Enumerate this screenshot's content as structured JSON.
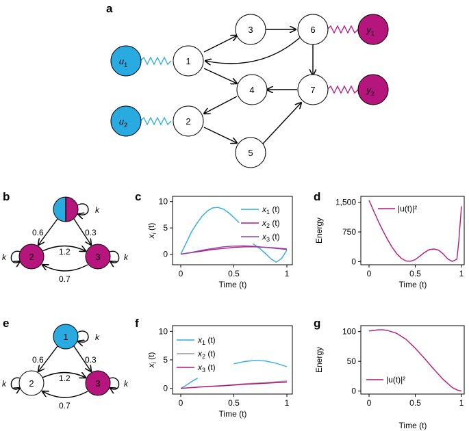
{
  "colors": {
    "input": "#29abe2",
    "output": "#b5157d",
    "plain": "#ffffff",
    "x1": "#29abe2",
    "x2": "#b5157d",
    "x3": "#8e44ad",
    "x2_gray": "#999999",
    "energy": "#b5157d"
  },
  "panel_a": {
    "label": "a",
    "nodes": {
      "n1": "1",
      "n2": "2",
      "n3": "3",
      "n4": "4",
      "n5": "5",
      "n6": "6",
      "n7": "7"
    },
    "inputs": {
      "u1": {
        "base": "u",
        "sub": "1"
      },
      "u2": {
        "base": "u",
        "sub": "2"
      }
    },
    "outputs": {
      "y1": {
        "base": "y",
        "sub": "1"
      },
      "y2": {
        "base": "y",
        "sub": "2"
      }
    }
  },
  "panel_b": {
    "label": "b",
    "n2": "2",
    "n3": "3",
    "k": "k",
    "w12": "0.6",
    "w13": "0.3",
    "w23": "1.2",
    "w32": "0.7"
  },
  "panel_e": {
    "label": "e",
    "n1": "1",
    "n2": "2",
    "n3": "3",
    "k": "k",
    "w12": "0.6",
    "w13": "0.3",
    "w23": "1.2",
    "w32": "0.7"
  },
  "panel_c": {
    "label": "c",
    "ylabel": {
      "base": "x",
      "sub": "i",
      "tail": " (t)"
    },
    "xlabel": "Time (t)",
    "xticks": [
      "0",
      "0.5",
      "1"
    ],
    "yticks": [
      "0",
      "5",
      "10"
    ],
    "legend": [
      {
        "base": "x",
        "sub": "1",
        "tail": " (t)"
      },
      {
        "base": "x",
        "sub": "2",
        "tail": " (t)"
      },
      {
        "base": "x",
        "sub": "3",
        "tail": " (t)"
      }
    ]
  },
  "panel_d": {
    "label": "d",
    "ylabel": "Energy",
    "xlabel": "Time (t)",
    "xticks": [
      "0",
      "0.5",
      "1"
    ],
    "yticks": [
      "0",
      "750",
      "1,500"
    ],
    "legend": "|u(t)|²"
  },
  "panel_f": {
    "label": "f",
    "ylabel": {
      "base": "x",
      "sub": "i",
      "tail": " (t)"
    },
    "xlabel": "Time (t)",
    "xticks": [
      "0",
      "0.5",
      "1"
    ],
    "yticks": [
      "0",
      "5",
      "10"
    ],
    "legend": [
      {
        "base": "x",
        "sub": "1",
        "tail": " (t)"
      },
      {
        "base": "x",
        "sub": "2",
        "tail": " (t)"
      },
      {
        "base": "x",
        "sub": "3",
        "tail": " (t)"
      }
    ]
  },
  "panel_g": {
    "label": "g",
    "ylabel": "Energy",
    "xlabel": "Time (t)",
    "xticks": [
      "0",
      "0.5",
      "1"
    ],
    "yticks": [
      "0",
      "50",
      "100"
    ],
    "legend": "|u(t)|²"
  },
  "chart_data": [
    {
      "panel": "c",
      "type": "line",
      "xlim": [
        0,
        1
      ],
      "ylim": [
        -2,
        11
      ],
      "series": [
        {
          "name": "x1 (t)",
          "x": [
            0,
            0.05,
            0.1,
            0.15,
            0.2,
            0.25,
            0.3,
            0.35,
            0.4,
            0.45,
            0.5,
            0.55,
            0.68,
            0.75,
            0.8,
            0.85,
            0.9,
            0.95,
            1
          ],
          "y": [
            0,
            2.1,
            4.2,
            5.8,
            7.2,
            8.2,
            8.8,
            8.9,
            8.6,
            7.9,
            7.0,
            6.0,
            2.0,
            1.0,
            0.1,
            -0.9,
            -1.5,
            -0.8,
            0.8
          ]
        },
        {
          "name": "x2 (t)",
          "x": [
            0,
            0.1,
            0.2,
            0.3,
            0.4,
            0.5,
            0.6,
            0.7,
            0.8,
            0.9,
            1
          ],
          "y": [
            0,
            0.3,
            0.6,
            0.9,
            1.1,
            1.3,
            1.4,
            1.4,
            1.3,
            1.2,
            1.0
          ]
        },
        {
          "name": "x3 (t)",
          "x": [
            0,
            0.1,
            0.2,
            0.3,
            0.4,
            0.5,
            0.6,
            0.7,
            0.8,
            0.9,
            1
          ],
          "y": [
            0,
            0.35,
            0.75,
            1.1,
            1.4,
            1.55,
            1.6,
            1.5,
            1.3,
            1.1,
            0.9
          ]
        }
      ]
    },
    {
      "panel": "d",
      "type": "line",
      "xlim": [
        0,
        1
      ],
      "ylim": [
        -80,
        1650
      ],
      "series": [
        {
          "name": "|u(t)|²",
          "x": [
            0,
            0.05,
            0.1,
            0.15,
            0.2,
            0.25,
            0.3,
            0.35,
            0.4,
            0.45,
            0.5,
            0.55,
            0.6,
            0.65,
            0.7,
            0.75,
            0.8,
            0.85,
            0.9,
            0.95,
            0.97,
            1
          ],
          "y": [
            1550,
            1280,
            1020,
            780,
            560,
            360,
            200,
            80,
            15,
            10,
            50,
            140,
            230,
            300,
            320,
            290,
            200,
            70,
            5,
            60,
            500,
            1400
          ]
        }
      ]
    },
    {
      "panel": "f",
      "type": "line",
      "xlim": [
        0,
        1
      ],
      "ylim": [
        -1,
        11
      ],
      "series": [
        {
          "name": "x1 (t)",
          "x": [
            0,
            0.04,
            0.08,
            0.12,
            0.16,
            0.5,
            0.6,
            0.7,
            0.8,
            0.9,
            1
          ],
          "y": [
            0,
            0.4,
            0.9,
            1.4,
            1.8,
            4.3,
            4.7,
            4.9,
            4.8,
            4.4,
            3.8
          ]
        },
        {
          "name": "x2 (t)",
          "x": [
            0,
            0.2,
            0.4,
            0.6,
            0.8,
            1
          ],
          "y": [
            0,
            0.3,
            0.5,
            0.8,
            1.0,
            1.3
          ]
        },
        {
          "name": "x3 (t)",
          "x": [
            0,
            0.2,
            0.4,
            0.6,
            0.8,
            1
          ],
          "y": [
            0,
            0.25,
            0.45,
            0.7,
            0.9,
            1.1
          ]
        }
      ]
    },
    {
      "panel": "g",
      "type": "line",
      "xlim": [
        0,
        1
      ],
      "ylim": [
        -5,
        110
      ],
      "series": [
        {
          "name": "|u(t)|²",
          "x": [
            0,
            0.05,
            0.1,
            0.15,
            0.2,
            0.3,
            0.4,
            0.5,
            0.6,
            0.7,
            0.8,
            0.9,
            0.95,
            1
          ],
          "y": [
            101,
            102,
            103,
            103,
            102,
            97,
            87,
            72,
            55,
            37,
            20,
            6,
            2,
            0
          ]
        }
      ]
    }
  ]
}
